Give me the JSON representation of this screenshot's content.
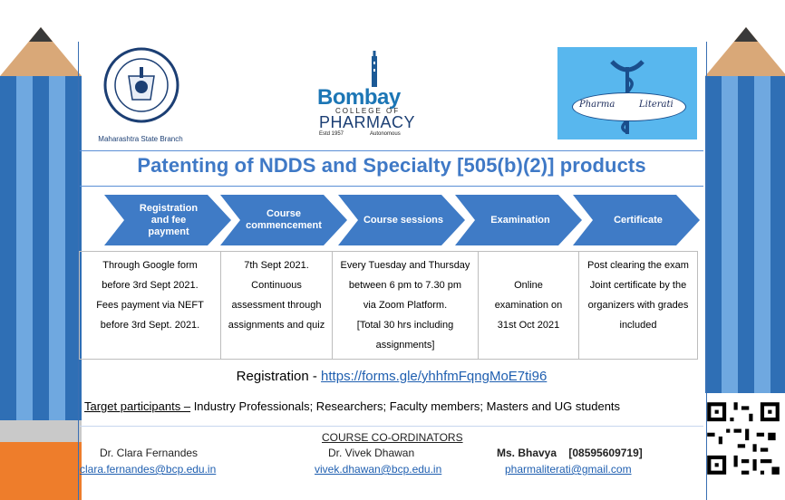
{
  "logos": {
    "ipa_text": "Maharashtra State Branch",
    "college_name_line1": "Bombay",
    "college_name_line2": "COLLEGE OF",
    "college_name_line3": "PHARMACY",
    "college_estd": "Estd 1957",
    "college_autonomous": "Autonomous",
    "pharma_left": "Pharma",
    "pharma_right": "Literati"
  },
  "title": "Patenting of NDDS and Specialty [505(b)(2)] products",
  "steps": [
    {
      "label": "Registration and fee payment"
    },
    {
      "label": "Course commencement"
    },
    {
      "label": "Course sessions"
    },
    {
      "label": "Examination"
    },
    {
      "label": "Certificate"
    }
  ],
  "details": {
    "registration": [
      "Through Google form",
      "before 3rd Sept 2021.",
      "Fees payment via NEFT",
      "before 3rd Sept. 2021."
    ],
    "commencement": [
      "7th Sept 2021.",
      "Continuous",
      "assessment through",
      "assignments and quiz"
    ],
    "sessions": [
      "Every Tuesday and Thursday",
      "between 6 pm to 7.30 pm",
      "via Zoom Platform.",
      "[Total 30 hrs including",
      "assignments]"
    ],
    "examination": [
      "Online",
      "examination on",
      "31st Oct 2021"
    ],
    "certificate": [
      "Post clearing the exam",
      "Joint certificate by the",
      "organizers with grades",
      "included"
    ]
  },
  "registration": {
    "prefix": "Registration - ",
    "url": "https://forms.gle/yhhfmFqngMoE7ti96"
  },
  "target": {
    "label": "Target participants –",
    "text": " Industry Professionals; Researchers; Faculty members; Masters and UG students"
  },
  "coordinators": {
    "heading": "COURSE CO-ORDINATORS",
    "people": [
      {
        "name": "Dr. Clara Fernandes",
        "email": "clara.fernandes@bcp.edu.in"
      },
      {
        "name": "Dr. Vivek Dhawan",
        "email": "vivek.dhawan@bcp.edu.in"
      },
      {
        "name": "Ms. Bhavya    [08595609719]",
        "email": "pharmaliterati@gmail.com"
      }
    ]
  },
  "colors": {
    "accent": "#3f79c6",
    "arrow": "#3f7bc6",
    "pencil_blue": "#2f6fb5",
    "pencil_orange": "#ee7d2b",
    "pharma_bg": "#58b7ee"
  }
}
